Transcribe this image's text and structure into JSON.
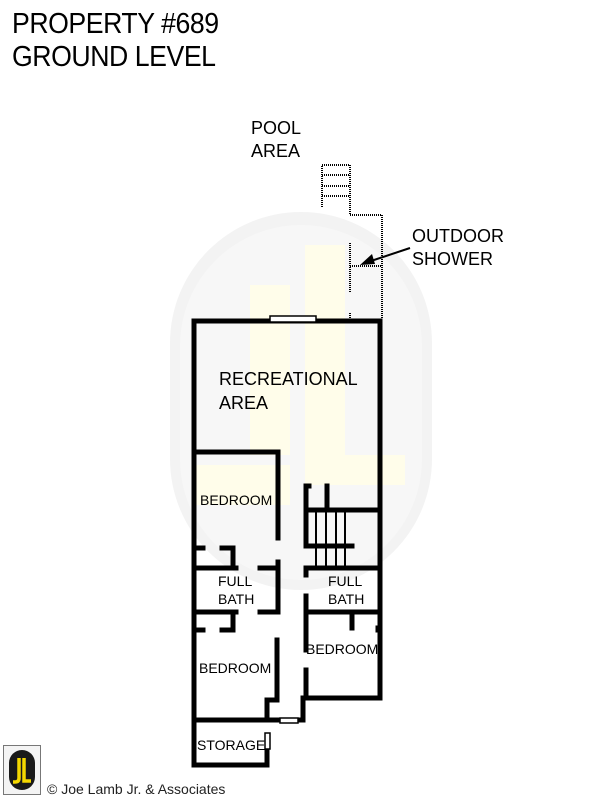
{
  "header": {
    "title_line1": "PROPERTY #689",
    "title_line2": "GROUND LEVEL"
  },
  "plan": {
    "exterior_labels": {
      "pool_line1": "POOL",
      "pool_line2": "AREA",
      "shower_line1": "OUTDOOR",
      "shower_line2": "SHOWER"
    },
    "rooms": [
      {
        "id": "recreational",
        "line1": "RECREATIONAL",
        "line2": "AREA"
      },
      {
        "id": "bedroom-1",
        "line1": "BEDROOM"
      },
      {
        "id": "full-bath-left",
        "line1": "FULL",
        "line2": "BATH"
      },
      {
        "id": "full-bath-right",
        "line1": "FULL",
        "line2": "BATH"
      },
      {
        "id": "bedroom-2",
        "line1": "BEDROOM"
      },
      {
        "id": "bedroom-3",
        "line1": "BEDROOM"
      },
      {
        "id": "storage",
        "line1": "STORAGE"
      }
    ],
    "colors": {
      "wall": "#000000",
      "watermark_circle": "#f2f2f2",
      "watermark_letters": "#fffde8"
    }
  },
  "footer": {
    "logo_text": "JL",
    "copyright": "© Joe Lamb Jr. & Associates",
    "logo_yellow": "#f5d800",
    "logo_dark": "#1a1a1a"
  }
}
